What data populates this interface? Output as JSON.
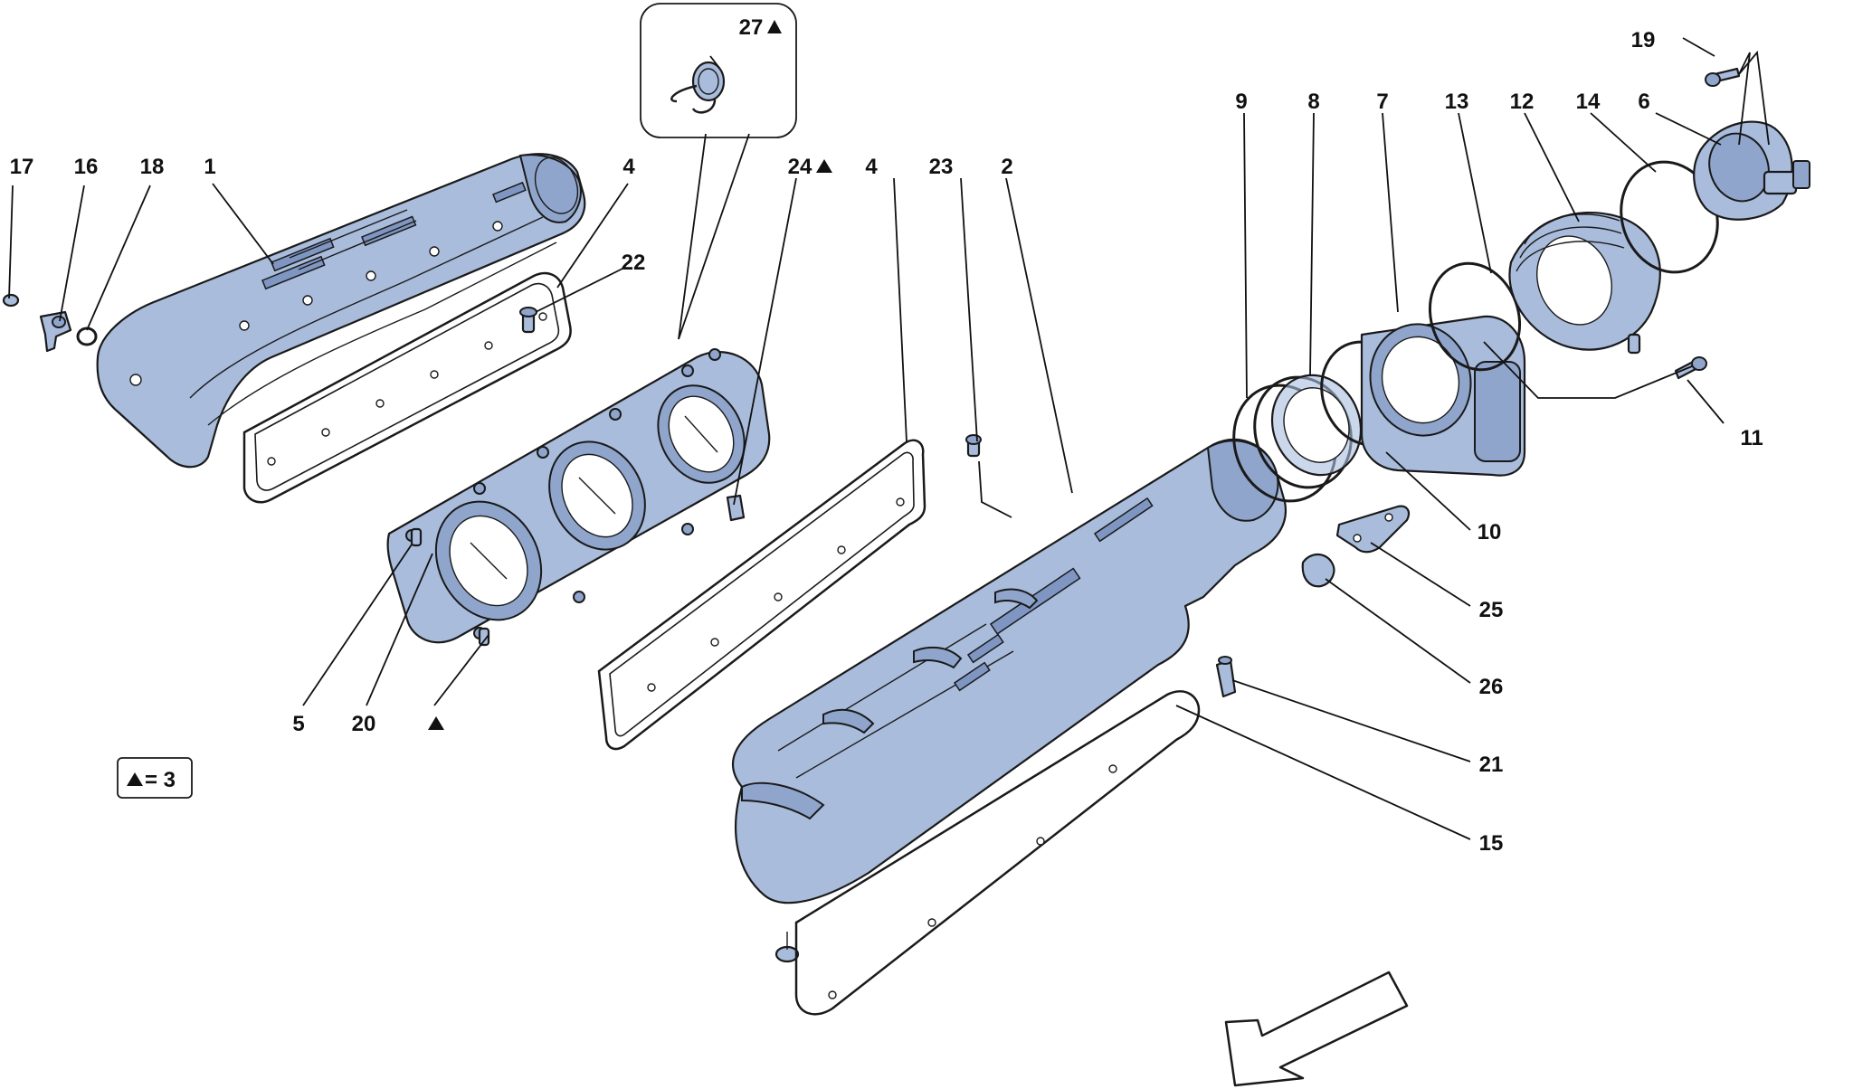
{
  "labels": {
    "l17": "17",
    "l16": "16",
    "l18": "18",
    "l1": "1",
    "l4a": "4",
    "l22": "22",
    "l27": "27",
    "l24": "24",
    "l4b": "4",
    "l23": "23",
    "l2": "2",
    "l9": "9",
    "l8": "8",
    "l7": "7",
    "l13": "13",
    "l12": "12",
    "l14": "14",
    "l6": "6",
    "l19": "19",
    "l11": "11",
    "l10": "10",
    "l25": "25",
    "l26": "26",
    "l21": "21",
    "l15": "15",
    "l5": "5",
    "l20": "20"
  },
  "legend": {
    "text": "= 3"
  },
  "colors": {
    "part_fill": "#a9bcdc",
    "outline": "#1a1a1a",
    "background": "#ffffff"
  },
  "icons": {
    "triangle": "triangle-marker-icon",
    "direction": "direction-arrow-icon"
  }
}
